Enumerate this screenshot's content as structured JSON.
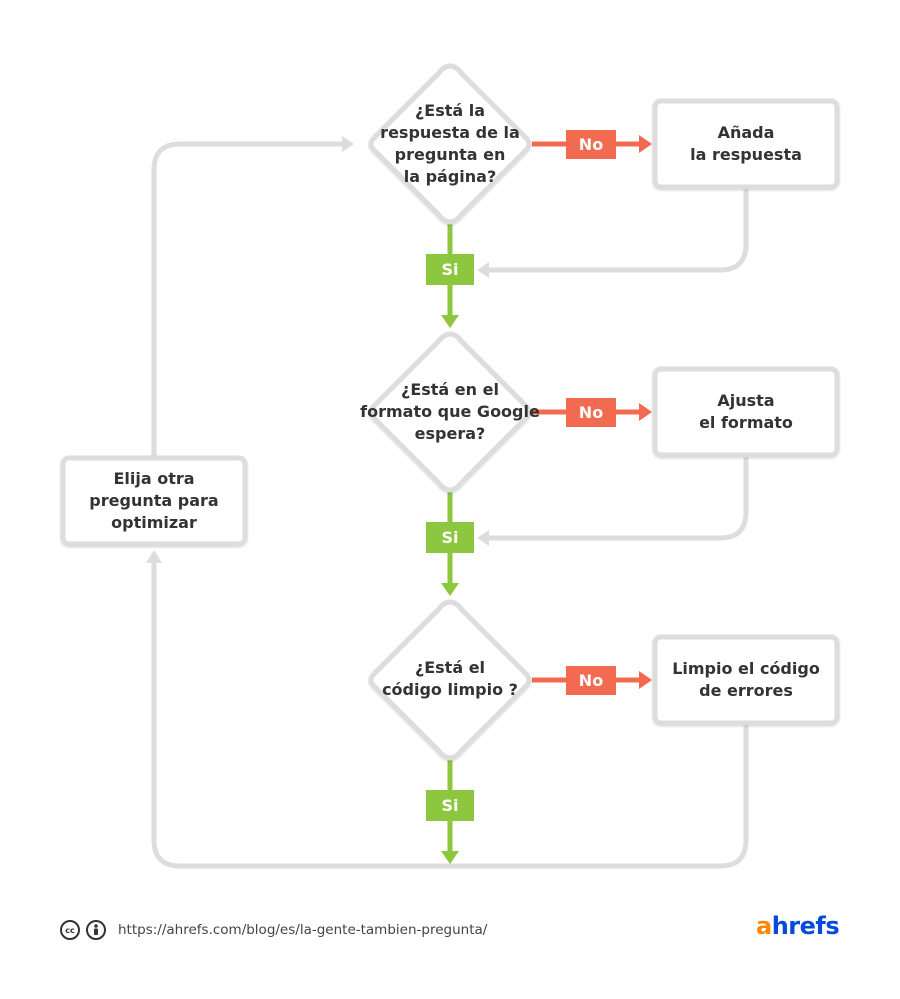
{
  "diagram": {
    "decisions": [
      {
        "id": "q1",
        "text": "¿Está la\nrespuesta de la\npregunta en\nla página?"
      },
      {
        "id": "q2",
        "text": "¿Está en el\nformato que Google\nespera?"
      },
      {
        "id": "q3",
        "text": "¿Está el\ncódigo limpio ?"
      }
    ],
    "actions": [
      {
        "id": "a1",
        "text": "Añada\nla respuesta"
      },
      {
        "id": "a2",
        "text": "Ajusta\nel formato"
      },
      {
        "id": "a3",
        "text": "Limpio el código\nde errores"
      }
    ],
    "restart": {
      "text": "Elija otra\npregunta para\noptimizar"
    },
    "no_label": "No",
    "yes_label": "Si",
    "colors": {
      "yes": "#8dc63f",
      "no": "#f26b50",
      "loop": "#dddddd",
      "box_border": "#dddddd",
      "text": "#333333"
    }
  },
  "footer": {
    "license_icons": [
      "cc-icon",
      "attribution-icon"
    ],
    "url": "https://ahrefs.com/blog/es/la-gente-tambien-pregunta/",
    "brand_a": "a",
    "brand_rest": "hrefs"
  }
}
